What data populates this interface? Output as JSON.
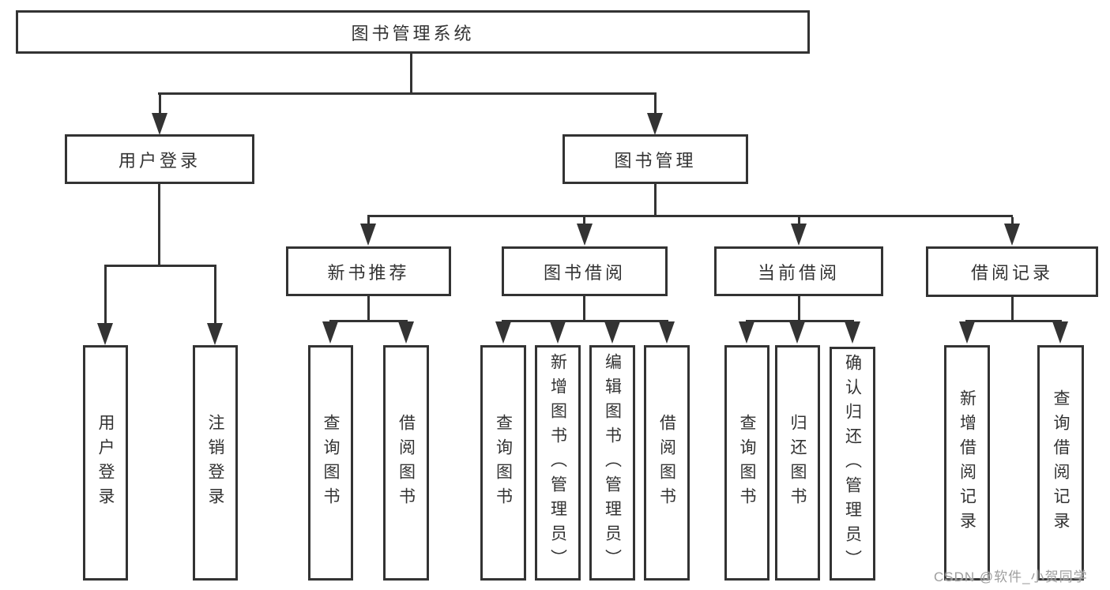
{
  "tree": {
    "label": "图书管理系统",
    "children": [
      {
        "label": "用户登录",
        "children": [
          {
            "label": "用户登录"
          },
          {
            "label": "注销登录"
          }
        ]
      },
      {
        "label": "图书管理",
        "children": [
          {
            "label": "新书推荐",
            "children": [
              {
                "label": "查询图书"
              },
              {
                "label": "借阅图书"
              }
            ]
          },
          {
            "label": "图书借阅",
            "children": [
              {
                "label": "查询图书"
              },
              {
                "label": "新增图书（管理员）"
              },
              {
                "label": "编辑图书（管理员）"
              },
              {
                "label": "借阅图书"
              }
            ]
          },
          {
            "label": "当前借阅",
            "children": [
              {
                "label": "查询图书"
              },
              {
                "label": "归还图书"
              },
              {
                "label": "确认归还（管理员）"
              }
            ]
          },
          {
            "label": "借阅记录",
            "children": [
              {
                "label": "新增借阅记录"
              },
              {
                "label": "查询借阅记录"
              }
            ]
          }
        ]
      }
    ]
  },
  "watermark": {
    "text": "CSDN @软件_小贺同学"
  },
  "colors": {
    "line": "#333333",
    "box_border": "#333333",
    "text": "#333333",
    "watermark": "#9e9e9e",
    "background": "#ffffff"
  }
}
